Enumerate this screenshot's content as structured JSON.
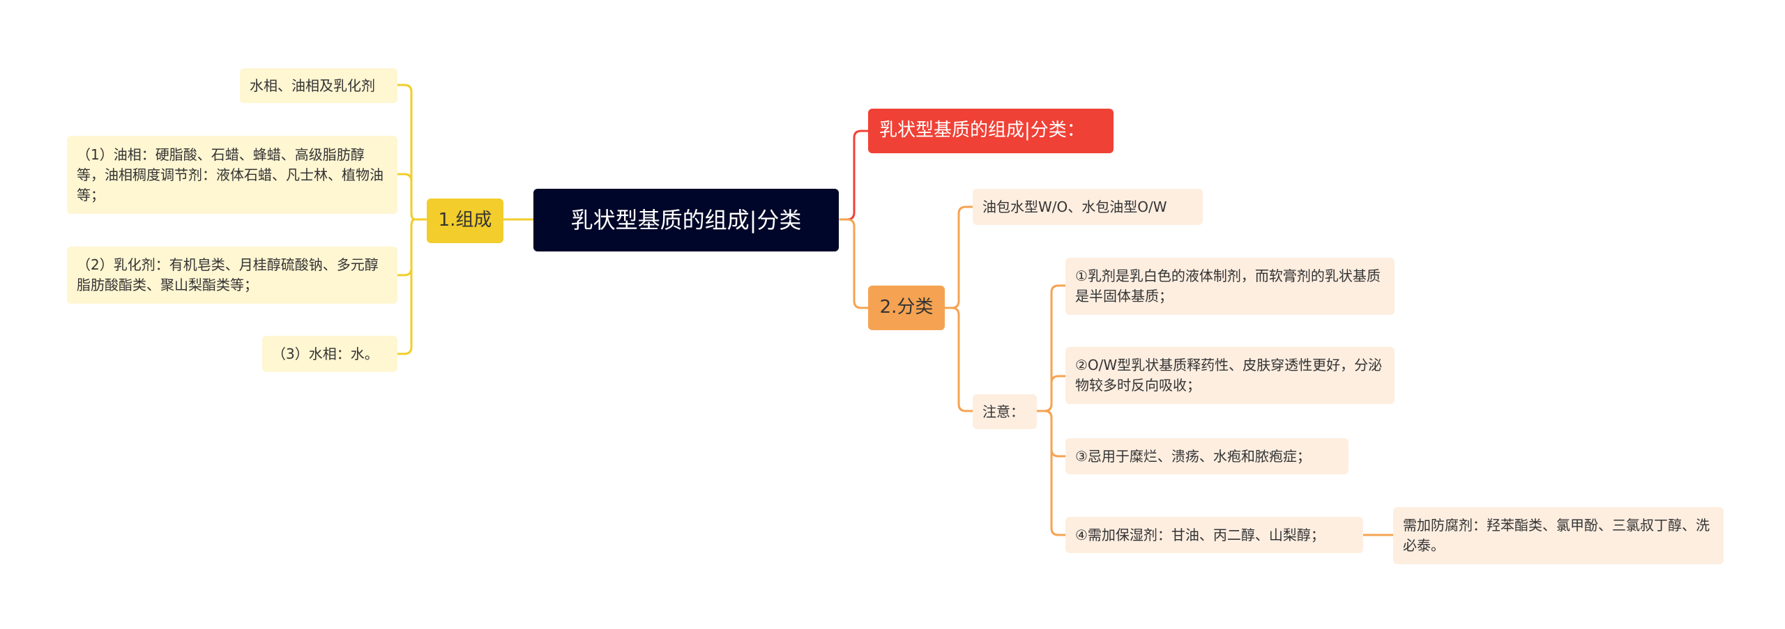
{
  "root": {
    "label": "乳状型基质的组成|分类"
  },
  "left": {
    "branch": {
      "label": "1.组成"
    },
    "items": [
      "水相、油相及乳化剂",
      "（1）油相：硬脂酸、石蜡、蜂蜡、高级脂肪醇等，油相稠度调节剂：液体石蜡、凡士林、植物油等；",
      "（2）乳化剂：有机皂类、月桂醇硫酸钠、多元醇脂肪酸酯类、聚山梨酯类等；",
      "（3）水相：水。"
    ]
  },
  "right": {
    "title": {
      "label": "乳状型基质的组成|分类："
    },
    "branch": {
      "label": "2.分类"
    },
    "type_item": "油包水型W/O、水包油型O/W",
    "note": {
      "label": "注意："
    },
    "notes": [
      "①乳剂是乳白色的液体制剂，而软膏剂的乳状基质是半固体基质；",
      "②O/W型乳状基质释药性、皮肤穿透性更好，分泌物较多时反向吸收；",
      "③忌用于糜烂、溃疡、水疱和脓疱症；",
      "④需加保湿剂：甘油、丙二醇、山梨醇；"
    ],
    "preservative": "需加防腐剂：羟苯酯类、氯甲酚、三氯叔丁醇、洗必泰。"
  },
  "colors": {
    "root_bg": "#000629",
    "yellow": "#f2cd2b",
    "orange": "#f5a352",
    "red": "#f04136",
    "leaf_yellow": "#fff6d2",
    "leaf_orange": "#fdeee0"
  }
}
